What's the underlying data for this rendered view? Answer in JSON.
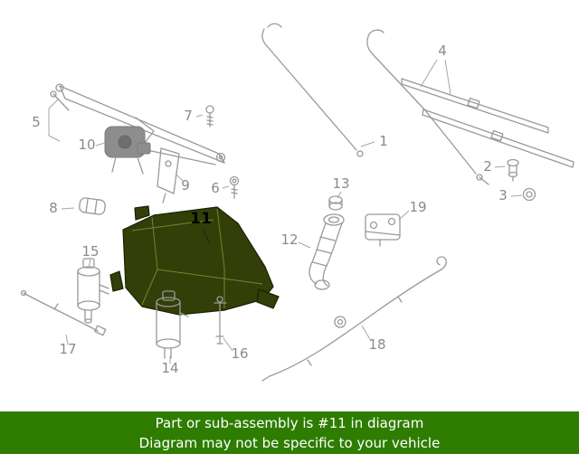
{
  "diagram": {
    "callouts": [
      {
        "id": 1,
        "label": "1"
      },
      {
        "id": 2,
        "label": "2"
      },
      {
        "id": 3,
        "label": "3"
      },
      {
        "id": 4,
        "label": "4"
      },
      {
        "id": 5,
        "label": "5"
      },
      {
        "id": 6,
        "label": "6"
      },
      {
        "id": 7,
        "label": "7"
      },
      {
        "id": 8,
        "label": "8"
      },
      {
        "id": 9,
        "label": "9"
      },
      {
        "id": 10,
        "label": "10"
      },
      {
        "id": 11,
        "label": "11"
      },
      {
        "id": 12,
        "label": "12"
      },
      {
        "id": 13,
        "label": "13"
      },
      {
        "id": 14,
        "label": "14"
      },
      {
        "id": 15,
        "label": "15"
      },
      {
        "id": 16,
        "label": "16"
      },
      {
        "id": 17,
        "label": "17"
      },
      {
        "id": 18,
        "label": "18"
      },
      {
        "id": 19,
        "label": "19"
      }
    ],
    "highlighted_part": "11"
  },
  "banner": {
    "line1": "Part or sub-assembly is #11 in diagram",
    "line2": "Diagram may not be specific to your vehicle"
  },
  "colors": {
    "banner_background": "#2e7d00",
    "banner_text": "#ffffff",
    "highlight_fill": "#333f08",
    "diagram_line": "#999999",
    "callout_text": "#8a8a8a"
  }
}
